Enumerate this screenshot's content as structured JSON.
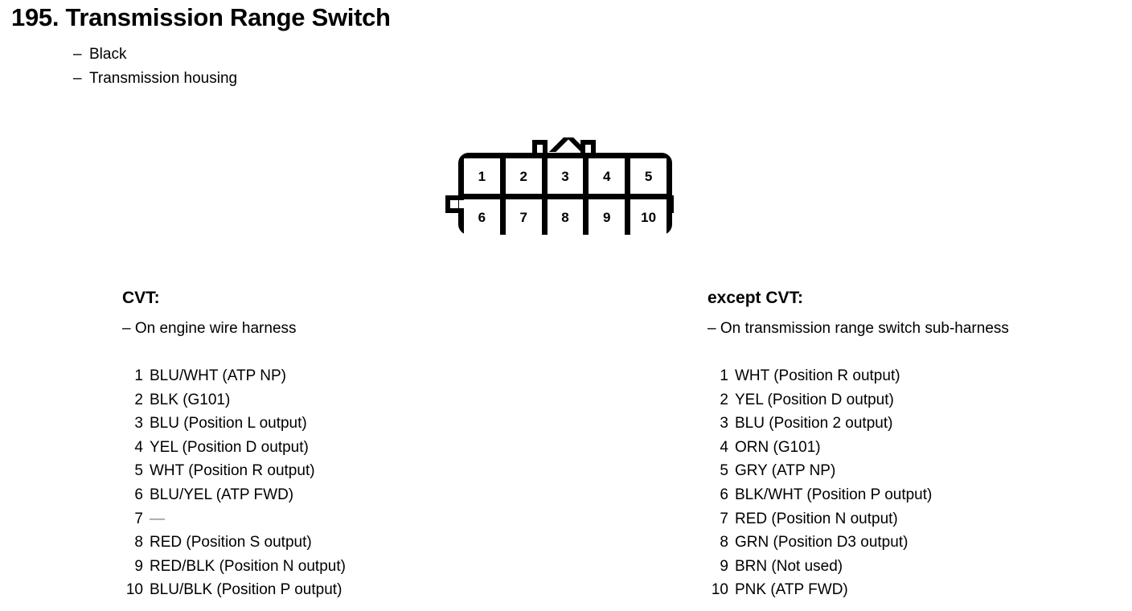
{
  "header": {
    "title": "195. Transmission Range Switch",
    "subtitles": [
      {
        "dash": "–",
        "text": "Black"
      },
      {
        "dash": "–",
        "text": "Transmission housing"
      }
    ]
  },
  "connector": {
    "name": "10-pin connector",
    "top_row": [
      "1",
      "2",
      "3",
      "4",
      "5"
    ],
    "bottom_row": [
      "6",
      "7",
      "8",
      "9",
      "10"
    ]
  },
  "columns": [
    {
      "id": "cvt",
      "heading": "CVT:",
      "subheading": "– On engine wire harness",
      "pins": [
        {
          "number": "1",
          "label": "BLU/WHT (ATP NP)"
        },
        {
          "number": "2",
          "label": "BLK (G101)"
        },
        {
          "number": "3",
          "label": "BLU (Position L output)"
        },
        {
          "number": "4",
          "label": "YEL (Position D output)"
        },
        {
          "number": "5",
          "label": "WHT (Position R output)"
        },
        {
          "number": "6",
          "label": "BLU/YEL (ATP FWD)"
        },
        {
          "number": "7",
          "label": "—"
        },
        {
          "number": "8",
          "label": "RED (Position S output)"
        },
        {
          "number": "9",
          "label": "RED/BLK (Position N output)"
        },
        {
          "number": "10",
          "label": "BLU/BLK (Position P output)"
        }
      ]
    },
    {
      "id": "except-cvt",
      "heading": "except CVT:",
      "subheading": "– On transmission range switch sub-harness",
      "pins": [
        {
          "number": "1",
          "label": "WHT (Position R output)"
        },
        {
          "number": "2",
          "label": "YEL (Position D output)"
        },
        {
          "number": "3",
          "label": "BLU (Position 2 output)"
        },
        {
          "number": "4",
          "label": "ORN (G101)"
        },
        {
          "number": "5",
          "label": "GRY (ATP NP)"
        },
        {
          "number": "6",
          "label": "BLK/WHT (Position P output)"
        },
        {
          "number": "7",
          "label": "RED (Position N output)"
        },
        {
          "number": "8",
          "label": "GRN (Position D3 output)"
        },
        {
          "number": "9",
          "label": "BRN (Not used)"
        },
        {
          "number": "10",
          "label": "PNK (ATP FWD)"
        }
      ]
    }
  ],
  "colors": {
    "ink": "#000000",
    "page": "#ffffff",
    "muted": "#7d7d7d"
  }
}
